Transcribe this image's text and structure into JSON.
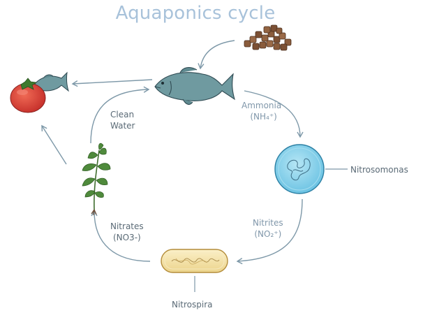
{
  "title": "Aquaponics cycle",
  "labels": {
    "clean_water_1": "Clean",
    "clean_water_2": "Water",
    "ammonia_1": "Ammonia",
    "ammonia_2": "(NH₄⁺)",
    "nitrosomonas": "Nitrosomonas",
    "nitrites_1": "Nitrites",
    "nitrites_2": "(NO₂⁺)",
    "nitrates_1": "Nitrates",
    "nitrates_2": "(NO3-)",
    "nitrospira": "Nitrospira"
  },
  "colors": {
    "arrow": "#7d98a8",
    "title": "#a8c2da",
    "fish": "#6f9aa0",
    "tomato": "#d8403a",
    "bacterium_blue": "#8fd3ec",
    "bacterium_yellow": "#f4e2a8",
    "plant": "#4f8a3c",
    "feed": "#8a5c3c"
  },
  "icons": [
    "fish-food-icon",
    "fish-icon",
    "tomato-icon",
    "small-fish-icon",
    "plant-icon",
    "nitrosomonas-bacterium-icon",
    "nitrospira-bacterium-icon"
  ]
}
